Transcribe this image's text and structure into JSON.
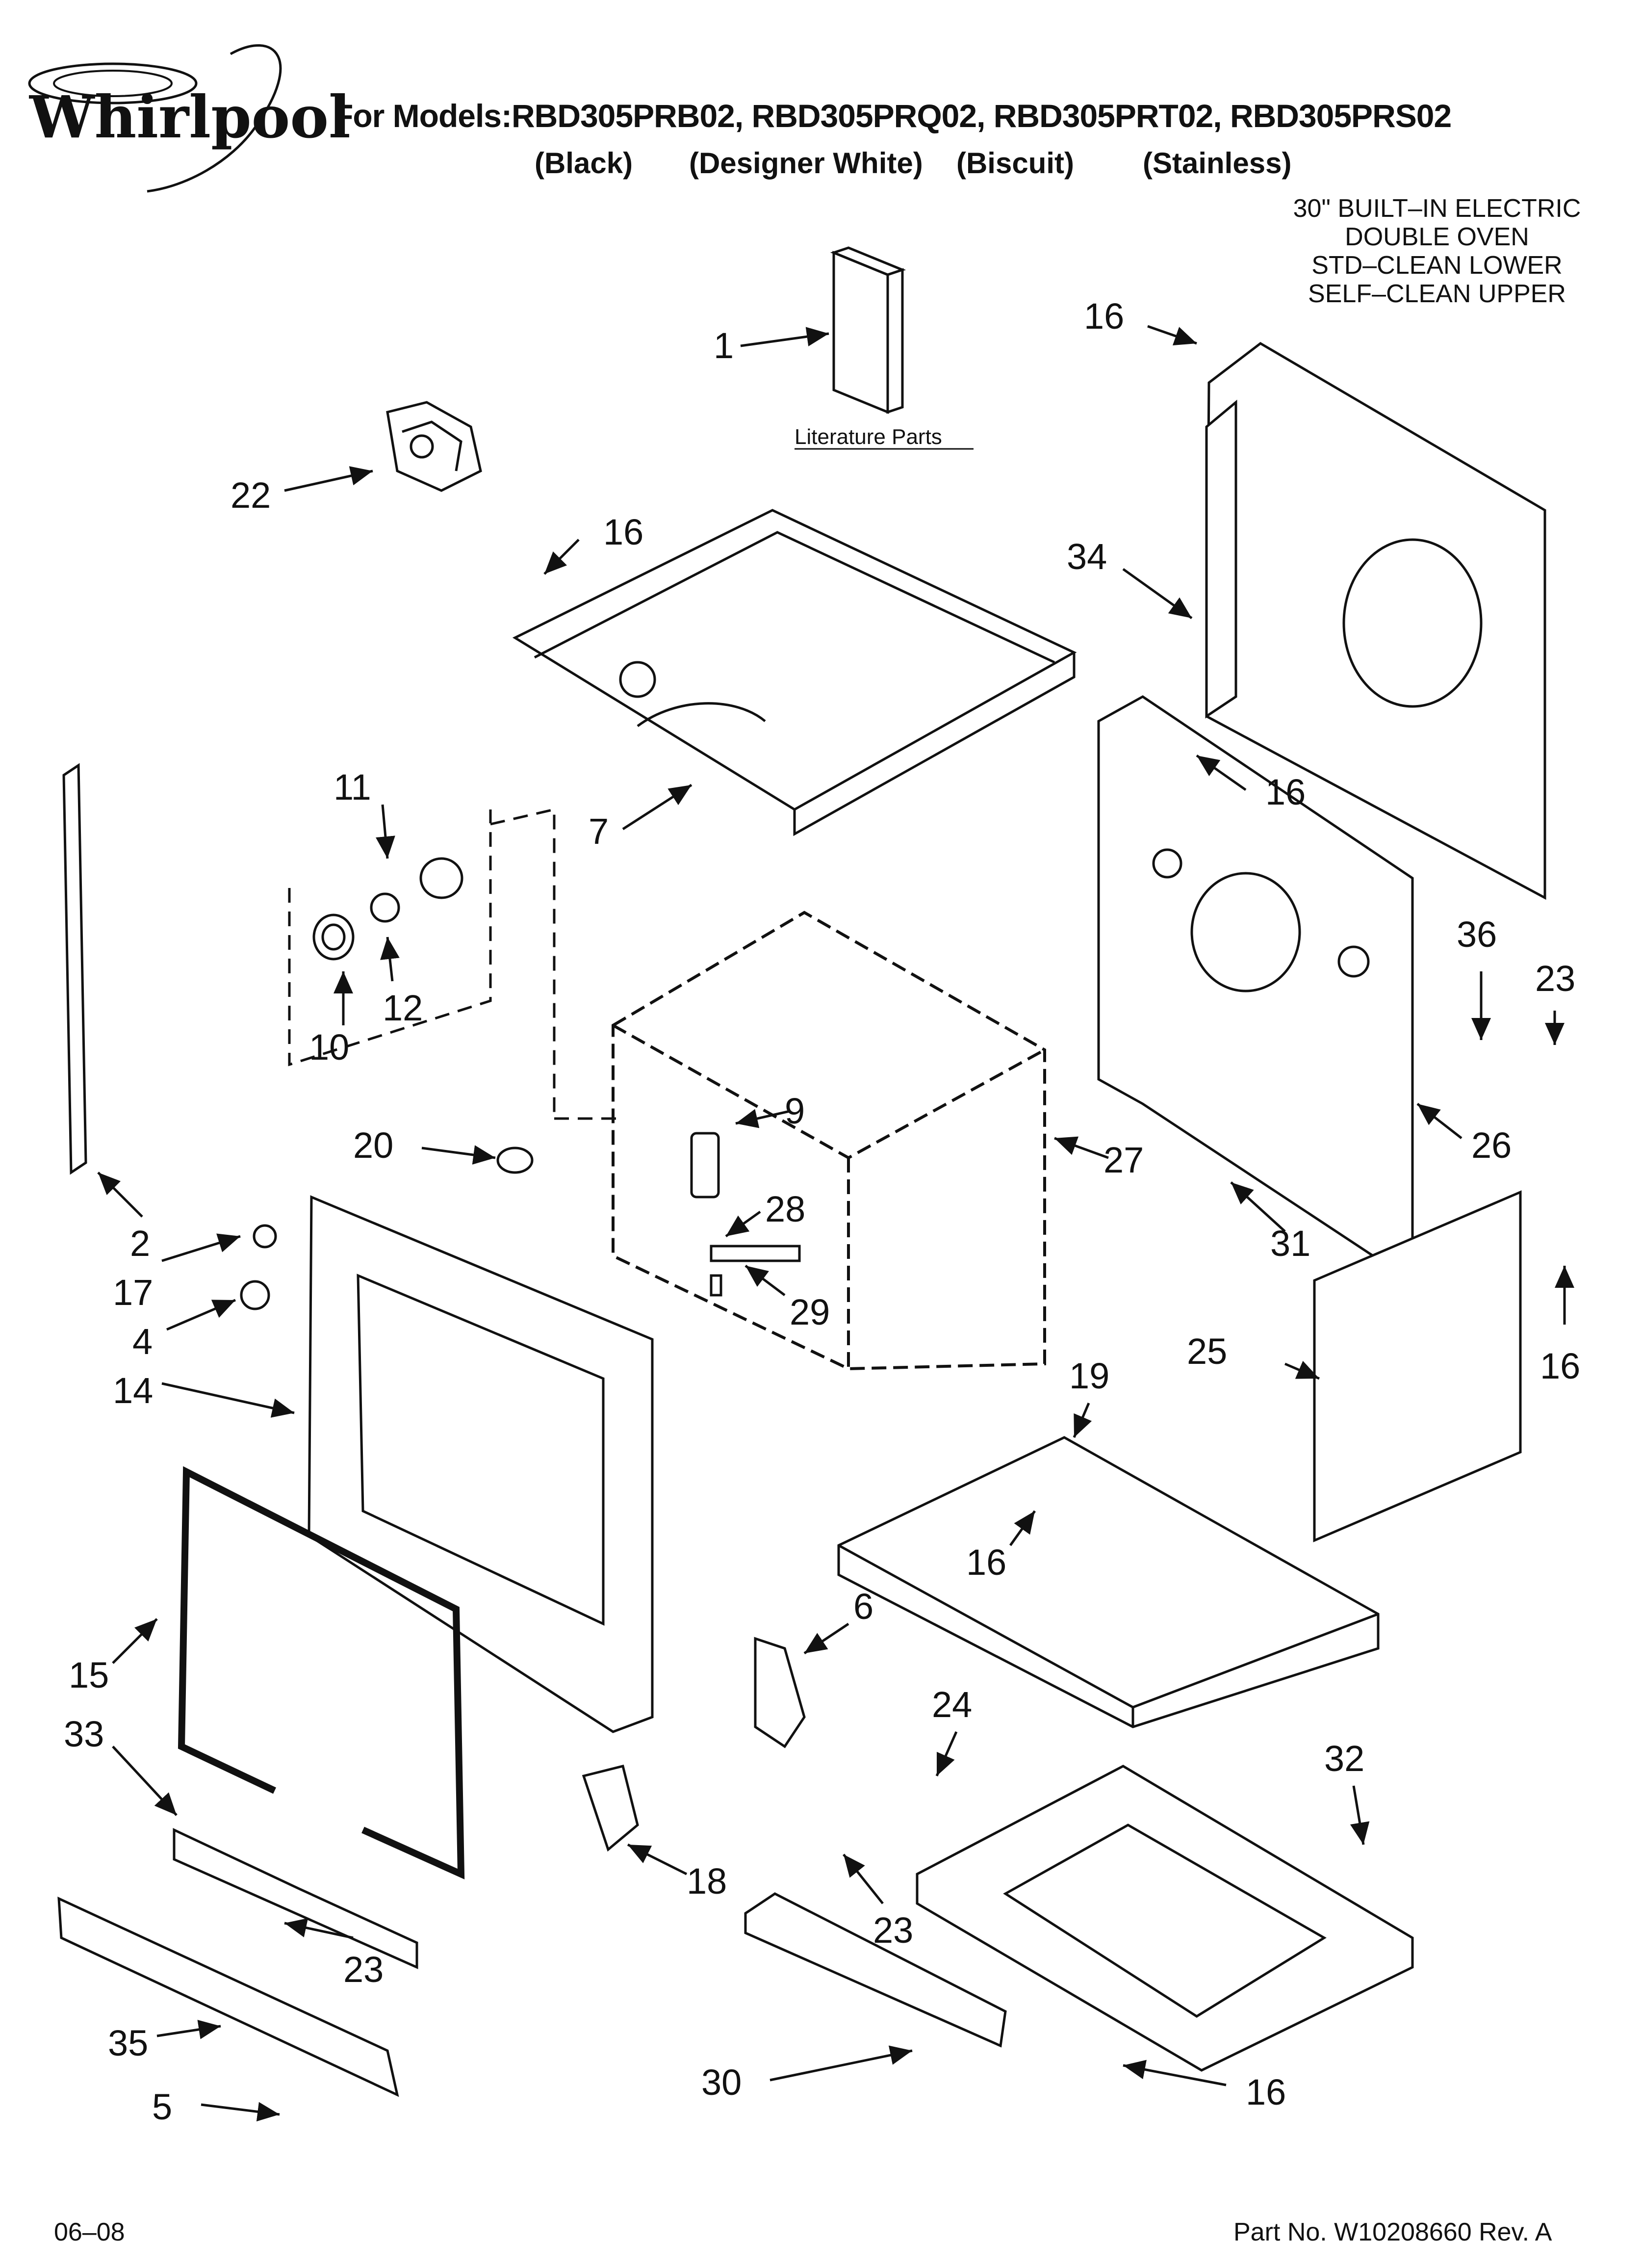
{
  "brand": "Whirlpool",
  "header": {
    "models_line": "For Models:RBD305PRB02, RBD305PRQ02, RBD305PRT02, RBD305PRS02",
    "finishes": [
      "(Black)",
      "(Designer White)",
      "(Biscuit)",
      "(Stainless)"
    ]
  },
  "description": [
    "30\" BUILT–IN ELECTRIC",
    "DOUBLE OVEN",
    "STD–CLEAN LOWER",
    "SELF–CLEAN UPPER"
  ],
  "literature_label": "Literature Parts",
  "callouts": [
    "1",
    "2",
    "17",
    "4",
    "14",
    "15",
    "33",
    "23",
    "35",
    "5",
    "22",
    "16",
    "11",
    "10",
    "12",
    "20",
    "9",
    "28",
    "29",
    "7",
    "34",
    "27",
    "26",
    "36",
    "31",
    "25",
    "19",
    "6",
    "24",
    "18",
    "30",
    "32"
  ],
  "footer": {
    "date": "06–08",
    "part_no": "Part No. W10208660 Rev. A"
  }
}
